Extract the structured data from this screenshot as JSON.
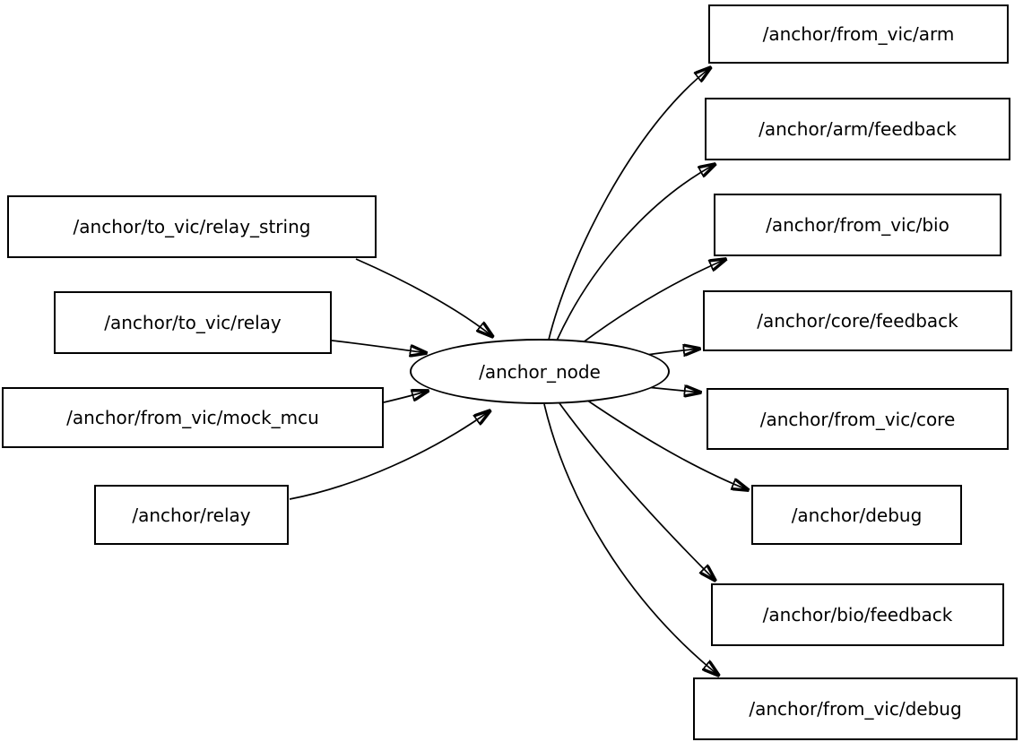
{
  "graph": {
    "node": {
      "label": "/anchor_node"
    },
    "inputs": [
      {
        "label": "/anchor/to_vic/relay_string"
      },
      {
        "label": "/anchor/to_vic/relay"
      },
      {
        "label": "/anchor/from_vic/mock_mcu"
      },
      {
        "label": "/anchor/relay"
      }
    ],
    "outputs": [
      {
        "label": "/anchor/from_vic/arm"
      },
      {
        "label": "/anchor/arm/feedback"
      },
      {
        "label": "/anchor/from_vic/bio"
      },
      {
        "label": "/anchor/core/feedback"
      },
      {
        "label": "/anchor/from_vic/core"
      },
      {
        "label": "/anchor/debug"
      },
      {
        "label": "/anchor/bio/feedback"
      },
      {
        "label": "/anchor/from_vic/debug"
      }
    ],
    "colors": {
      "stroke": "#000000",
      "background": "#ffffff",
      "node_fill": "#ffffff"
    }
  }
}
